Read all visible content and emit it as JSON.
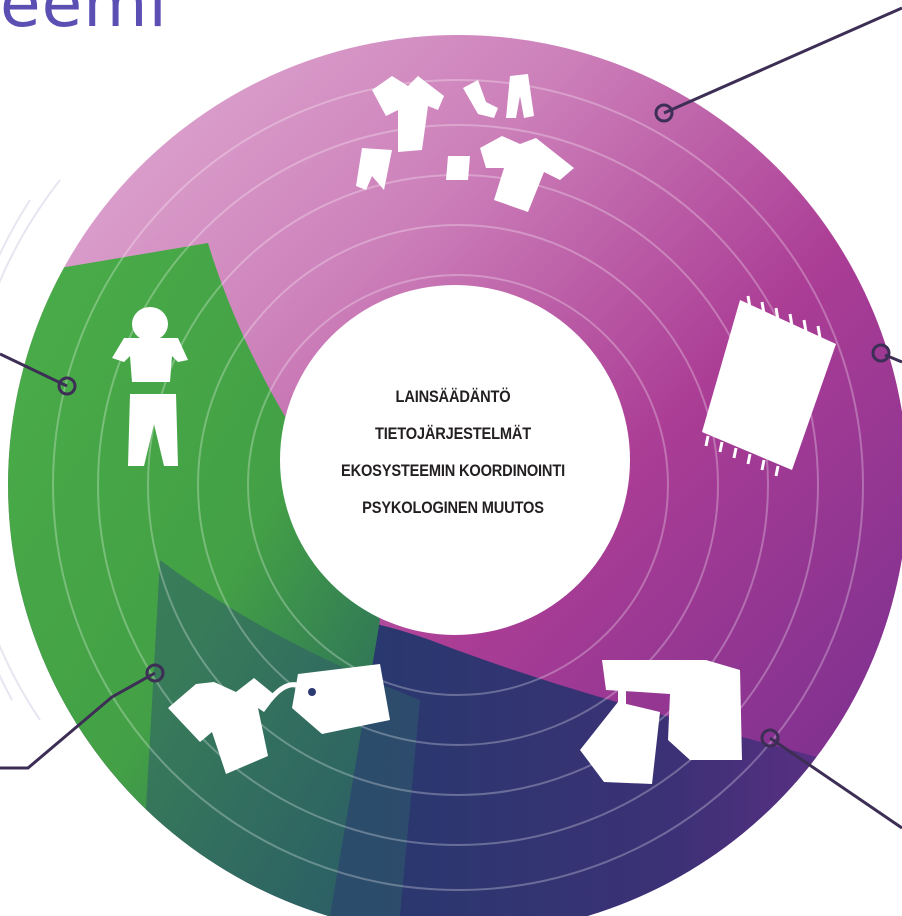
{
  "header": {
    "title_fragment": "eemi"
  },
  "center": {
    "lines": [
      "LAINSÄÄDÄNTÖ",
      "TIETOJÄRJESTELMÄT",
      "EKOSYSTEEMIN KOORDINOINTI",
      "PSYKOLOGINEN MUUTOS"
    ]
  },
  "segments": [
    {
      "name": "clothing-pile",
      "icon": "clothing-pile-icon",
      "color": "#d58bc1"
    },
    {
      "name": "fabric",
      "icon": "fabric-icon",
      "color": "#b13f97"
    },
    {
      "name": "sewing",
      "icon": "sewing-machine-icon",
      "color": "#6b2e8e"
    },
    {
      "name": "sale",
      "icon": "shirt-price-tag-icon",
      "color": "#2b3a72"
    },
    {
      "name": "use",
      "icon": "person-wearing-clothes-icon",
      "color": "#4fae47"
    }
  ],
  "colors": {
    "title": "#5b4fb3",
    "connector": "#3d2e55",
    "center_text": "#231f20"
  }
}
